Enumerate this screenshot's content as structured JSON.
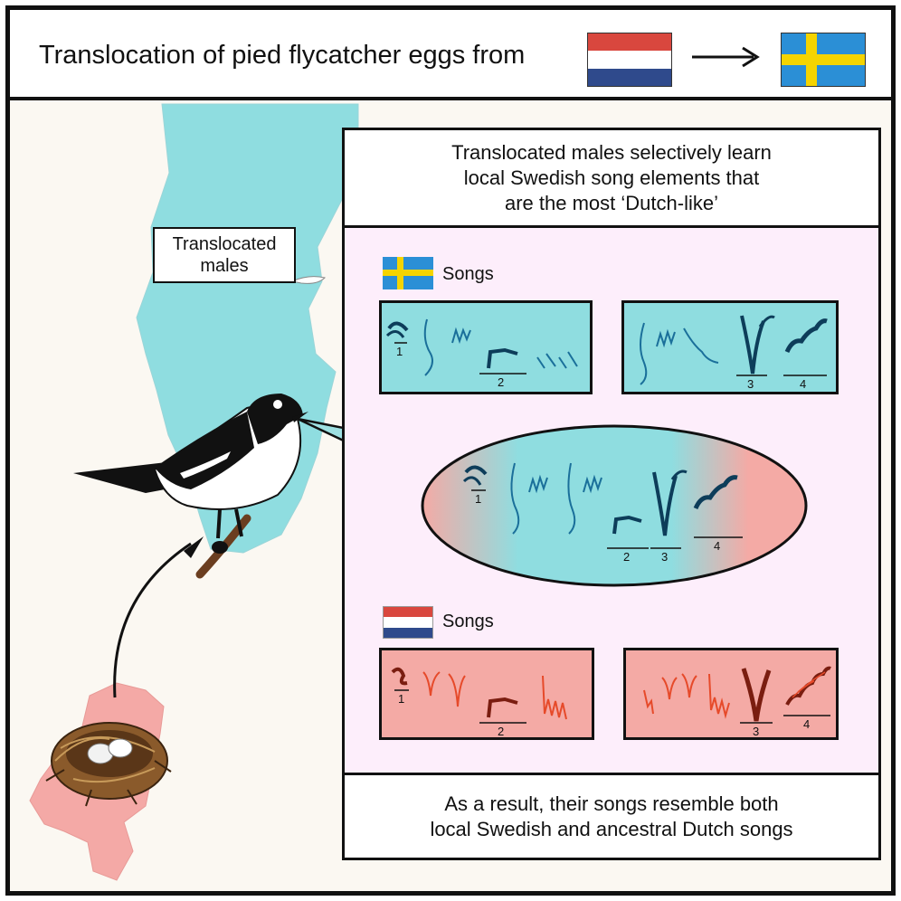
{
  "header": {
    "title": "Translocation of pied flycatcher eggs from"
  },
  "map_label": {
    "line1": "Translocated",
    "line2": "males"
  },
  "panel": {
    "top_line1": "Translocated males selectively learn",
    "top_line2": "local Swedish song elements that",
    "top_line3": "are the most ‘Dutch-like’",
    "swedish_songs_label": "Songs",
    "dutch_songs_label": "Songs",
    "bottom_line1": "As a result, their songs resemble both",
    "bottom_line2": "local Swedish and ancestral Dutch songs"
  },
  "element_numbers": {
    "one": "1",
    "two": "2",
    "three": "3",
    "four": "4"
  },
  "colors": {
    "sweden_map": "#8fdde0",
    "netherlands_map": "#f4a9a6",
    "swedish_song_box": "#8fdde0",
    "dutch_song_box": "#f4aaa5",
    "panel_background": "#fdeefb",
    "swedish_ink": "#1a6f9a",
    "dutch_ink": "#e64a2a"
  }
}
